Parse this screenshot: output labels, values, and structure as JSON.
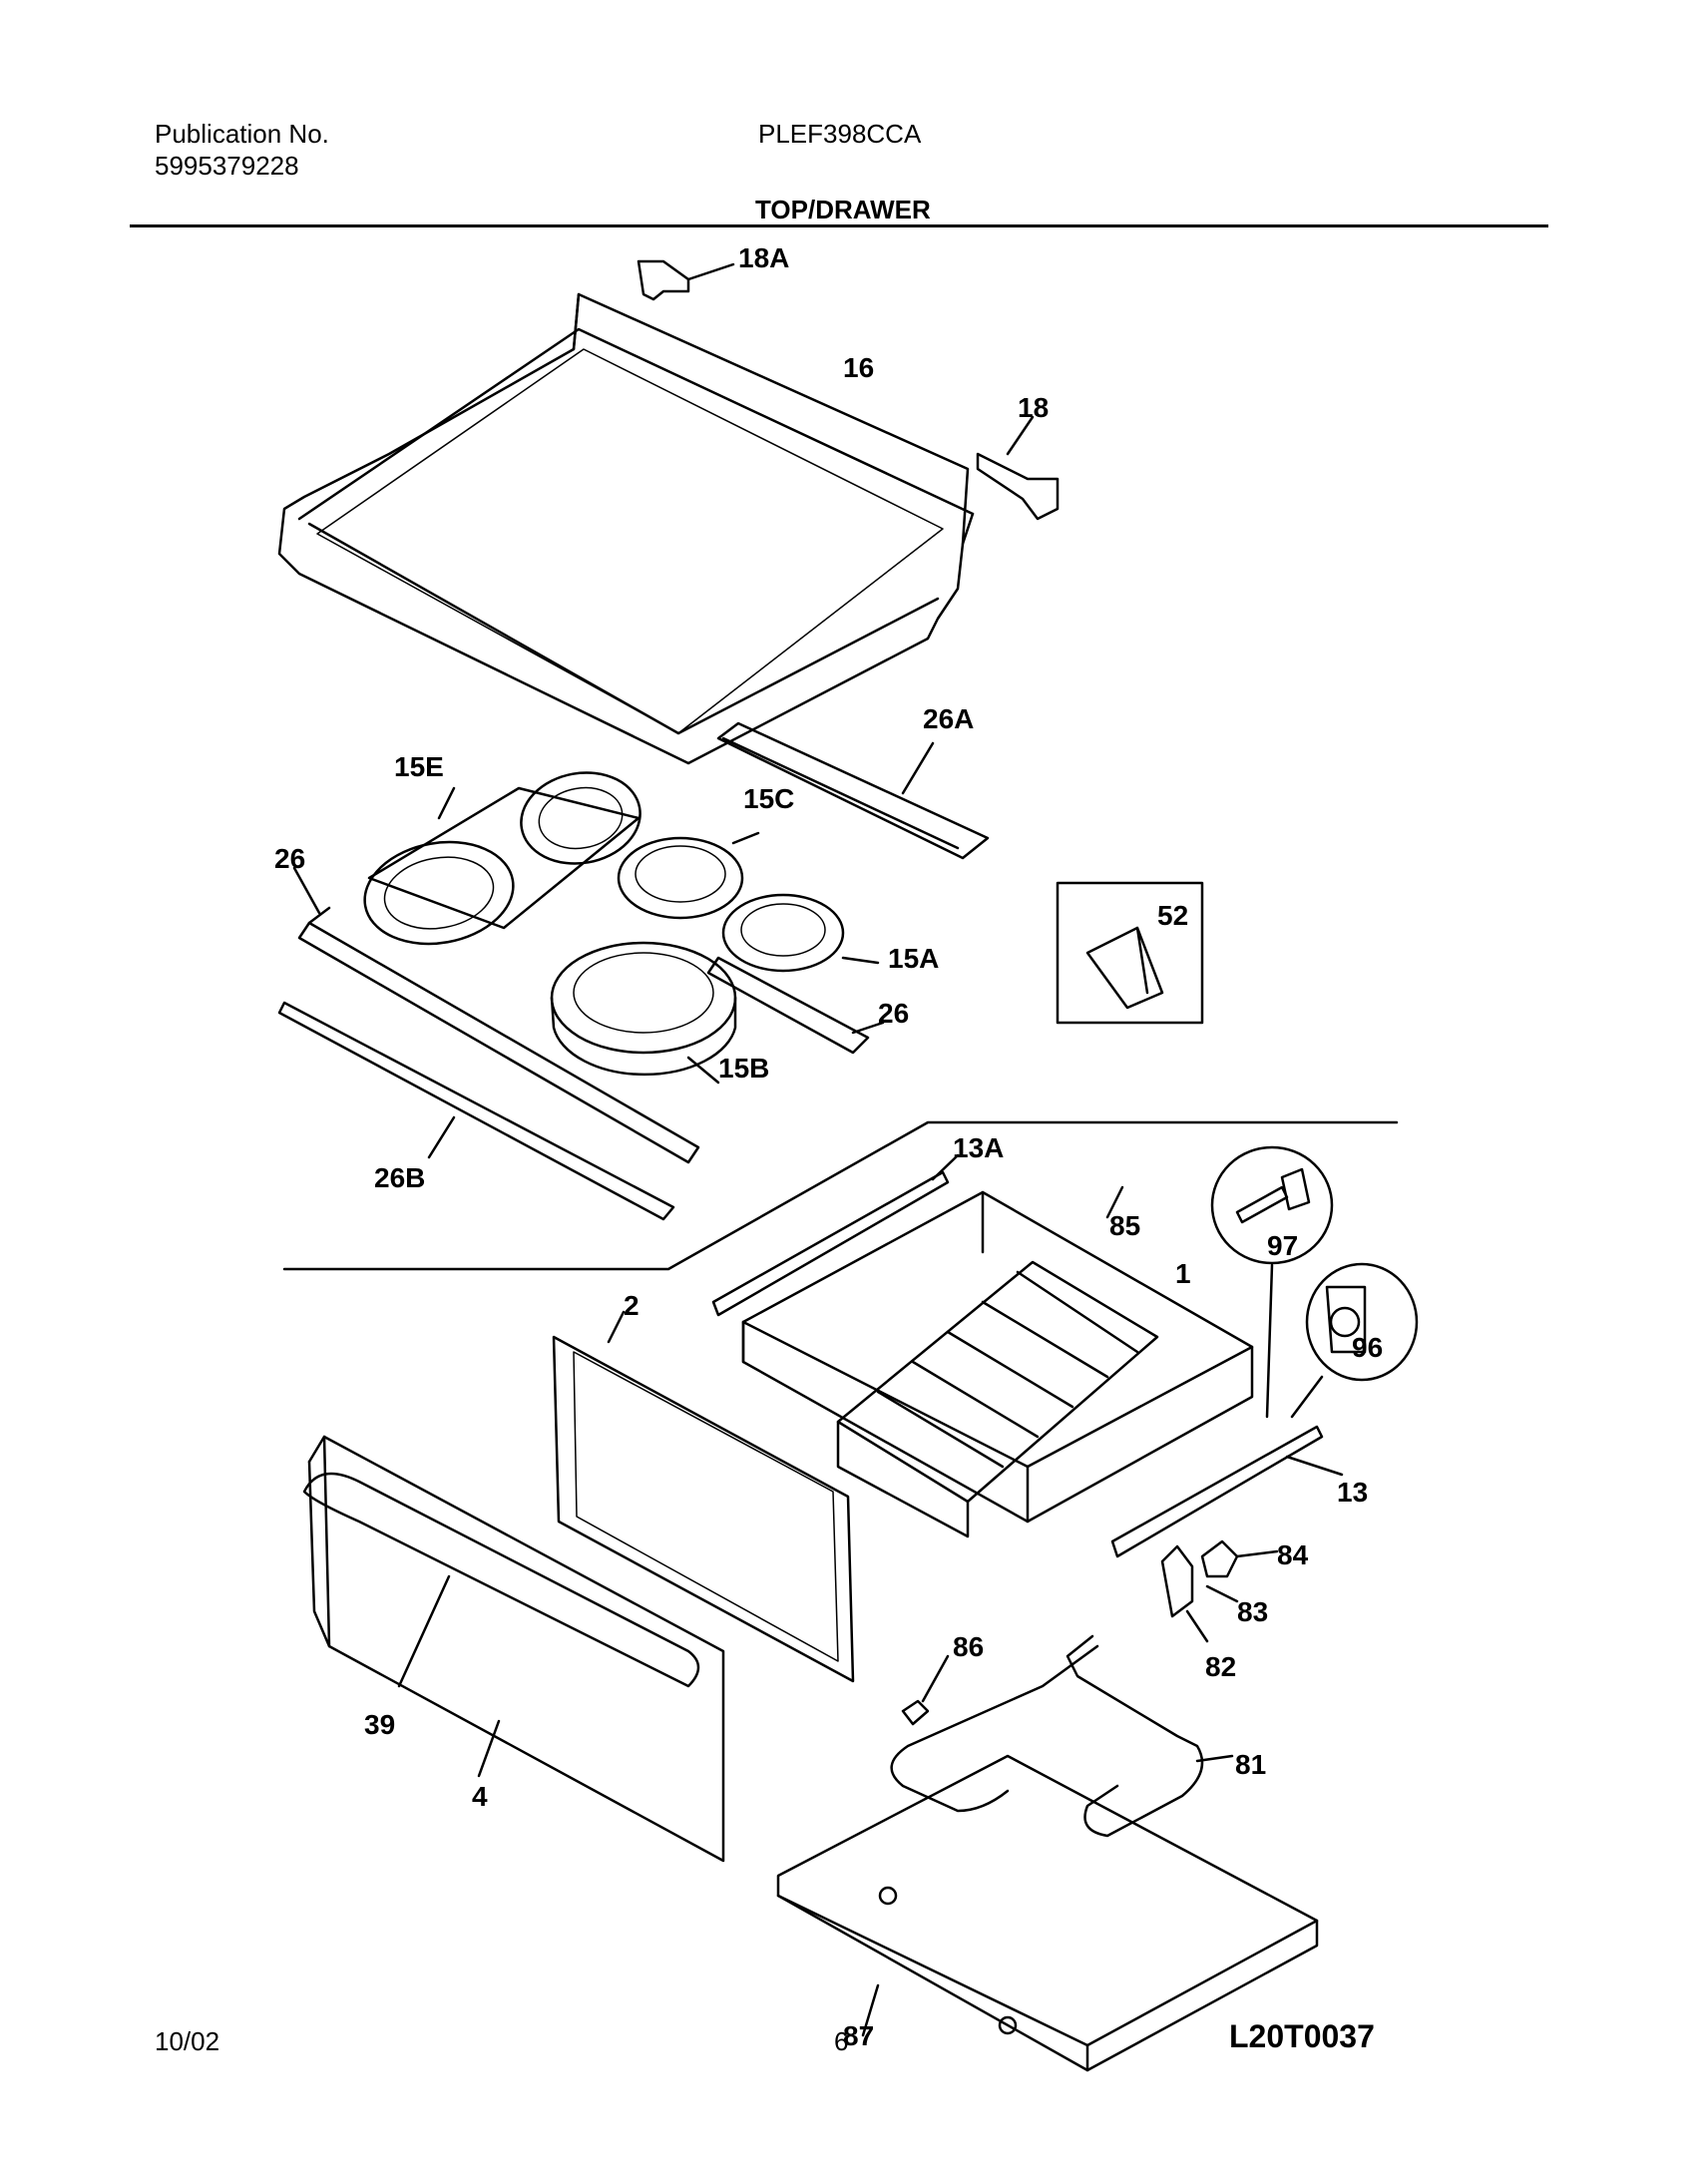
{
  "header": {
    "publication_label": "Publication No.",
    "publication_number": "5995379228",
    "model": "PLEF398CCA",
    "section_title": "TOP/DRAWER"
  },
  "footer": {
    "date": "10/02",
    "page_number": "6"
  },
  "diagram": {
    "code": "L20T0037",
    "part_labels": [
      "18A",
      "16",
      "18",
      "26A",
      "15E",
      "15C",
      "26",
      "15A",
      "52",
      "26",
      "15B",
      "26B",
      "13A",
      "97",
      "85",
      "1",
      "96",
      "2",
      "13",
      "84",
      "83",
      "82",
      "86",
      "39",
      "81",
      "4",
      "87"
    ]
  }
}
